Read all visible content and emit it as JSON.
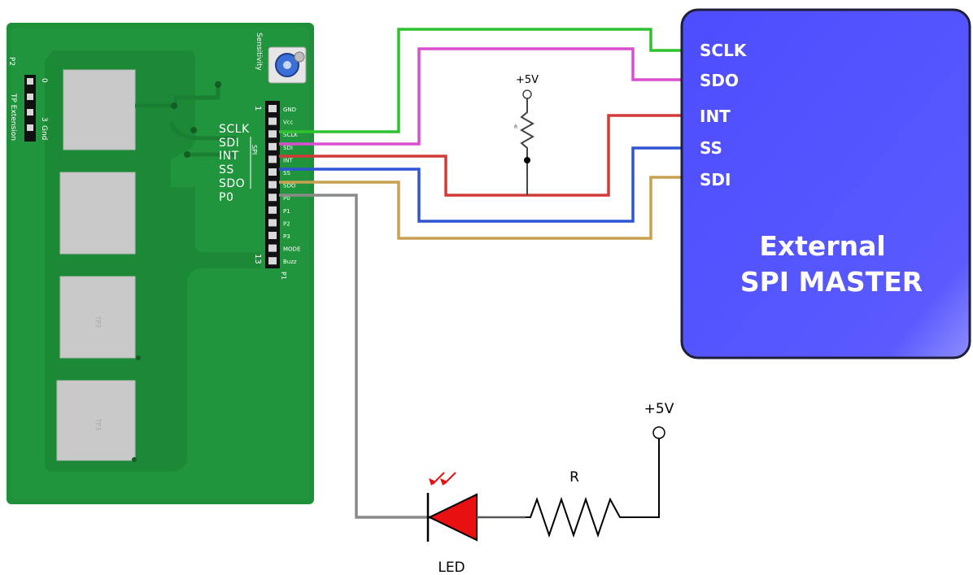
{
  "board": {
    "sensitivity_label": "Sensitivity",
    "tp_extension_label": "TP Extension",
    "p2_label": "P2",
    "p2_pin_0": "0",
    "p2_pin_3": "3",
    "p2_gnd": "Gnd",
    "header_pin_1": "1",
    "header_pin_13": "13",
    "spi_label": "SPI",
    "p1_label": "P1",
    "silk_labels": [
      "SCLK",
      "SDI",
      "INT",
      "SS",
      "SDO",
      "P0"
    ],
    "header_pin_labels": [
      "GND",
      "Vcc",
      "SCLK",
      "SDI",
      "INT",
      "SS",
      "SDO",
      "P0",
      "P1",
      "P2",
      "P3",
      "MODE",
      "Buzz"
    ],
    "pad_labels": [
      "TP2",
      "TP3"
    ]
  },
  "master": {
    "pins": [
      "SCLK",
      "SDO",
      "INT",
      "SS",
      "SDI"
    ],
    "title_line1": "External",
    "title_line2": "SPI MASTER",
    "fill_color": "#5a5aff"
  },
  "wires": {
    "sclk_color": "#2ec22e",
    "sdi_color": "#d94fd0",
    "int_color": "#d23a3a",
    "ss_color": "#2f55d4",
    "sdo_color": "#c8a050",
    "p0_color": "#8a8a8a"
  },
  "pullup": {
    "supply_label": "+5V",
    "resistor_label": "R"
  },
  "led_circuit": {
    "supply_label": "+5V",
    "resistor_label": "R",
    "led_label": "LED",
    "led_color": "#e81010"
  }
}
